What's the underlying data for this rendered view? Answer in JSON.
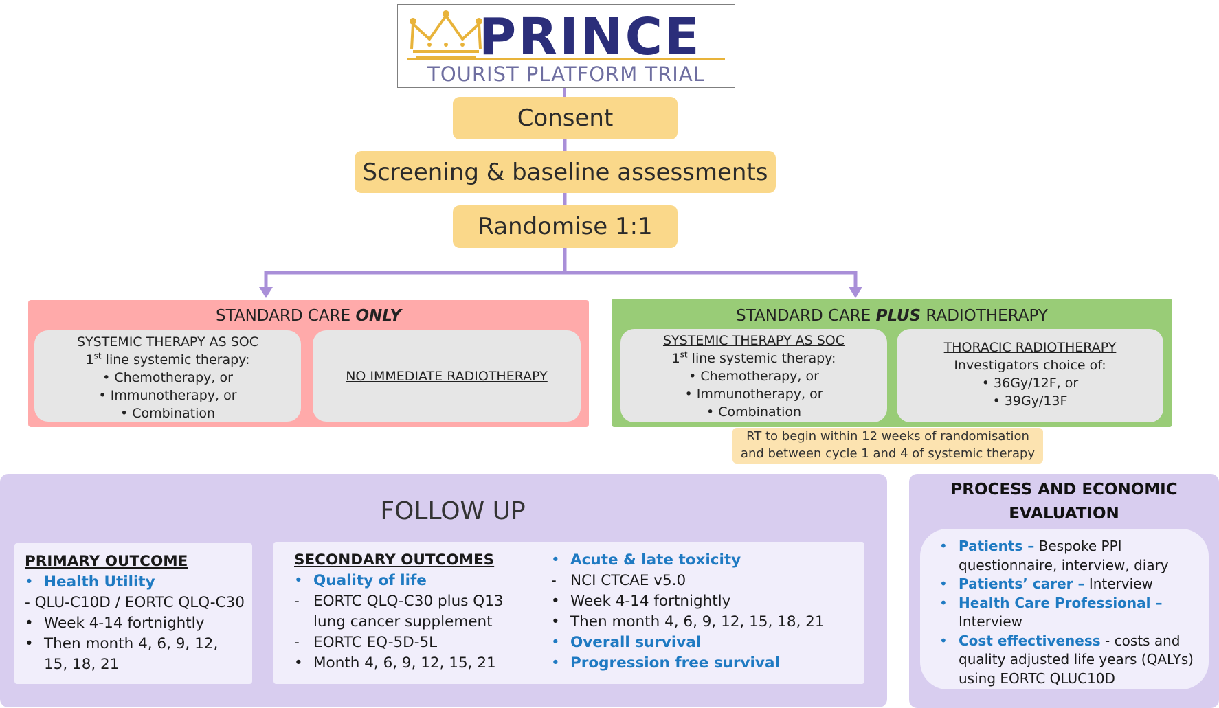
{
  "logo": {
    "title": "PRINCE",
    "subtitle": "TOURIST PLATFORM TRIAL"
  },
  "flow": {
    "consent": "Consent",
    "screening": "Screening & baseline assessments",
    "randomise": "Randomise 1:1"
  },
  "standard_only": {
    "title_a": "STANDARD CARE ",
    "title_b": "ONLY",
    "systemic": {
      "heading": "SYSTEMIC THERAPY AS SOC",
      "line_a": "1",
      "line_sup": "st",
      "line_b": " line systemic therapy:",
      "items": [
        "• Chemotherapy, or",
        "• Immunotherapy, or",
        "• Combination"
      ]
    },
    "no_rt": "NO IMMEDIATE RADIOTHERAPY"
  },
  "standard_plus": {
    "title_a": "STANDARD CARE ",
    "title_b": "PLUS",
    "title_c": " RADIOTHERAPY",
    "systemic": {
      "heading": "SYSTEMIC THERAPY AS SOC",
      "line_a": "1",
      "line_sup": "st",
      "line_b": " line systemic therapy:",
      "items": [
        "• Chemotherapy, or",
        "• Immunotherapy, or",
        "• Combination"
      ]
    },
    "thoracic": {
      "heading": "THORACIC RADIOTHERAPY",
      "line": "Investigators choice of:",
      "items": [
        "• 36Gy/12F, or",
        "• 39Gy/13F"
      ]
    },
    "note": [
      "RT to begin within 12 weeks of randomisation",
      "and between cycle 1 and 4 of systemic therapy"
    ]
  },
  "follow_up": {
    "title": "FOLLOW UP",
    "primary": {
      "heading": "PRIMARY OUTCOME",
      "items": [
        {
          "marker": "•",
          "text": "Health Utility",
          "style": "blue"
        },
        {
          "marker": "",
          "text": "- QLU-C10D / EORTC QLQ-C30",
          "style": "plain"
        },
        {
          "marker": "•",
          "text": "Week 4-14 fortnightly",
          "style": "plain"
        },
        {
          "marker": "•",
          "text": "Then month 4, 6, 9, 12, 15, 18, 21",
          "style": "plain"
        }
      ]
    },
    "secondary": {
      "heading": "SECONDARY OUTCOMES",
      "col1": [
        {
          "marker": "•",
          "text": "Quality of life",
          "style": "blue"
        },
        {
          "marker": "-",
          "text": "EORTC QLQ-C30 plus Q13 lung cancer supplement",
          "style": "plain"
        },
        {
          "marker": "-",
          "text": "EORTC EQ-5D-5L",
          "style": "plain"
        },
        {
          "marker": "•",
          "text": "Month 4, 6, 9, 12, 15, 21",
          "style": "plain"
        }
      ],
      "col2": [
        {
          "marker": "•",
          "text": "Acute & late toxicity",
          "style": "blue"
        },
        {
          "marker": "-",
          "text": "NCI CTCAE v5.0",
          "style": "plain"
        },
        {
          "marker": "•",
          "text": "Week 4-14 fortnightly",
          "style": "plain"
        },
        {
          "marker": "•",
          "text": "Then month 4, 6, 9, 12, 15, 18, 21",
          "style": "plain"
        },
        {
          "marker": "•",
          "text": "Overall survival",
          "style": "blue"
        },
        {
          "marker": "•",
          "text": "Progression free survival",
          "style": "blue"
        }
      ]
    }
  },
  "process": {
    "title_1": "PROCESS AND ECONOMIC",
    "title_2": "EVALUATION",
    "items": [
      {
        "lead": "Patients –",
        "rest": " Bespoke PPI questionnaire, interview, diary"
      },
      {
        "lead": "Patients’ carer –",
        "rest": " Interview"
      },
      {
        "lead": "Health Care Professional –",
        "rest": " Interview"
      },
      {
        "lead": "Cost effectiveness",
        "rest": " - costs and quality adjusted life years (QALYs) using EORTC QLUC10D"
      }
    ]
  },
  "colors": {
    "connector": "#a98fd8",
    "flow_box": "#fad88a",
    "arm_red": "#ffaaaa",
    "arm_green": "#99cc77",
    "panel": "#d8cdef",
    "accent_blue": "#1f7ac2"
  }
}
